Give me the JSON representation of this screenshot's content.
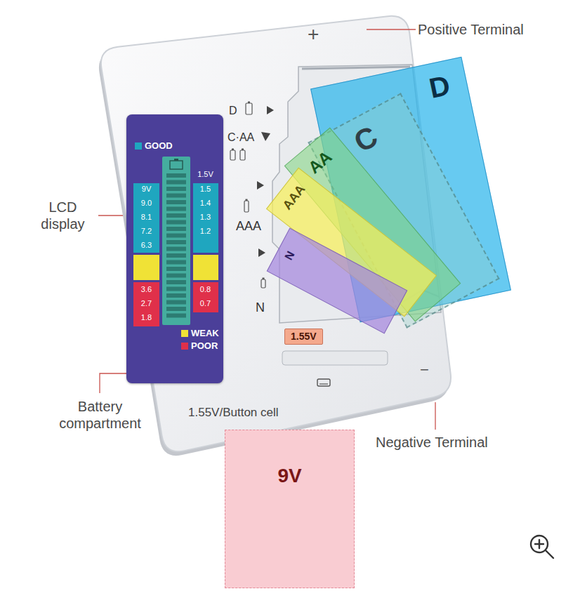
{
  "diagram": {
    "nodes": [
      {
        "text": [
          "+",
          "D",
          "C·AA",
          "AAA",
          "N",
          "1.55V/Button cell",
          "−"
        ]
      },
      {
        "text": [
          "9V",
          "9.0",
          "8.1",
          "7.2",
          "6.3",
          "3.6",
          "2.7",
          "1.8",
          "1.5V",
          "1.5",
          "1.4",
          "1.3",
          "1.2",
          "0.8",
          "0.7"
        ],
        "in": 0
      },
      {
        "text": [
          "1.55V"
        ],
        "in": 0
      },
      {
        "text": [
          "D"
        ]
      },
      {
        "text": [
          "C"
        ]
      },
      {
        "text": [
          "AA"
        ]
      },
      {
        "text": [
          "AAA"
        ]
      },
      {
        "text": [
          "N"
        ]
      },
      {
        "text": [
          "9V"
        ]
      }
    ],
    "labels": [
      "Positive Terminal",
      "LCD display",
      "Battery compartment",
      "Negative Terminal"
    ],
    "legend": [
      {
        "text": "GOOD",
        "color": "#1fa6bf"
      },
      {
        "text": "WEAK",
        "color": "#f0e236"
      },
      {
        "text": "POOR",
        "color": "#e0304a"
      }
    ]
  }
}
